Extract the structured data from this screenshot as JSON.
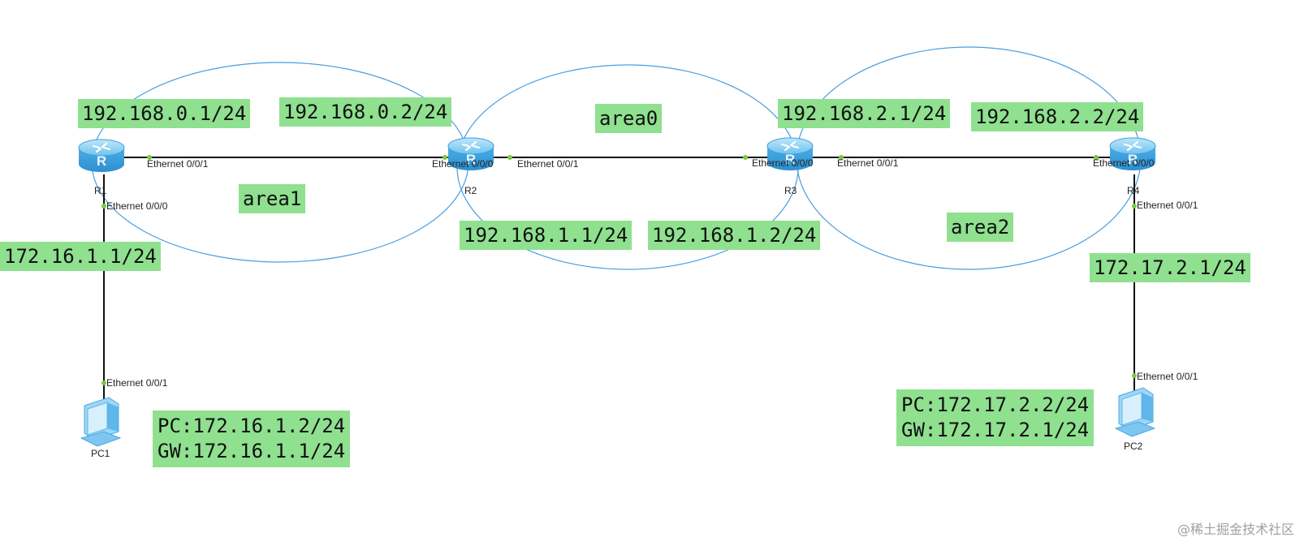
{
  "devices": [
    {
      "id": "R1",
      "label": "R1"
    },
    {
      "id": "R2",
      "label": "R2"
    },
    {
      "id": "R3",
      "label": "R3"
    },
    {
      "id": "R4",
      "label": "R4"
    },
    {
      "id": "PC1",
      "label": "PC1"
    },
    {
      "id": "PC2",
      "label": "PC2"
    }
  ],
  "ports": {
    "r1_e001": "Ethernet 0/0/1",
    "r1_e000": "Ethernet 0/0/0",
    "r2_e000": "Ethernet 0/0/0",
    "r2_e001": "Ethernet 0/0/1",
    "r3_e000": "Ethernet 0/0/0",
    "r3_e001": "Ethernet 0/0/1",
    "r4_e000": "Ethernet 0/0/0",
    "r4_e001": "Ethernet 0/0/1",
    "pc1_e001": "Ethernet 0/0/1",
    "pc2_e001": "Ethernet 0/0/1"
  },
  "ip_labels": {
    "r1_area1": "192.168.0.1/24",
    "r2_area1": "192.168.0.2/24",
    "r2_area0": "192.168.1.1/24",
    "r3_area0": "192.168.1.2/24",
    "r3_area2": "192.168.2.1/24",
    "r4_area2": "192.168.2.2/24",
    "r1_lan": "172.16.1.1/24",
    "r4_lan": "172.17.2.1/24"
  },
  "areas": {
    "area1": "area1",
    "area0": "area0",
    "area2": "area2"
  },
  "pc_info": {
    "pc1": {
      "pc": "PC:172.16.1.2/24",
      "gw": "GW:172.16.1.1/24"
    },
    "pc2": {
      "pc": "PC:172.17.2.2/24",
      "gw": "GW:172.17.2.1/24"
    }
  },
  "watermark": "@稀土掘金技术社区",
  "colors": {
    "area_ellipse": "#4a9ee0",
    "link": "#111111",
    "port_dot": "#7ac943",
    "label_bg": "#8fe08f",
    "router": "#58b4e8"
  },
  "icons": {
    "router": "router-icon",
    "pc": "pc-icon"
  }
}
